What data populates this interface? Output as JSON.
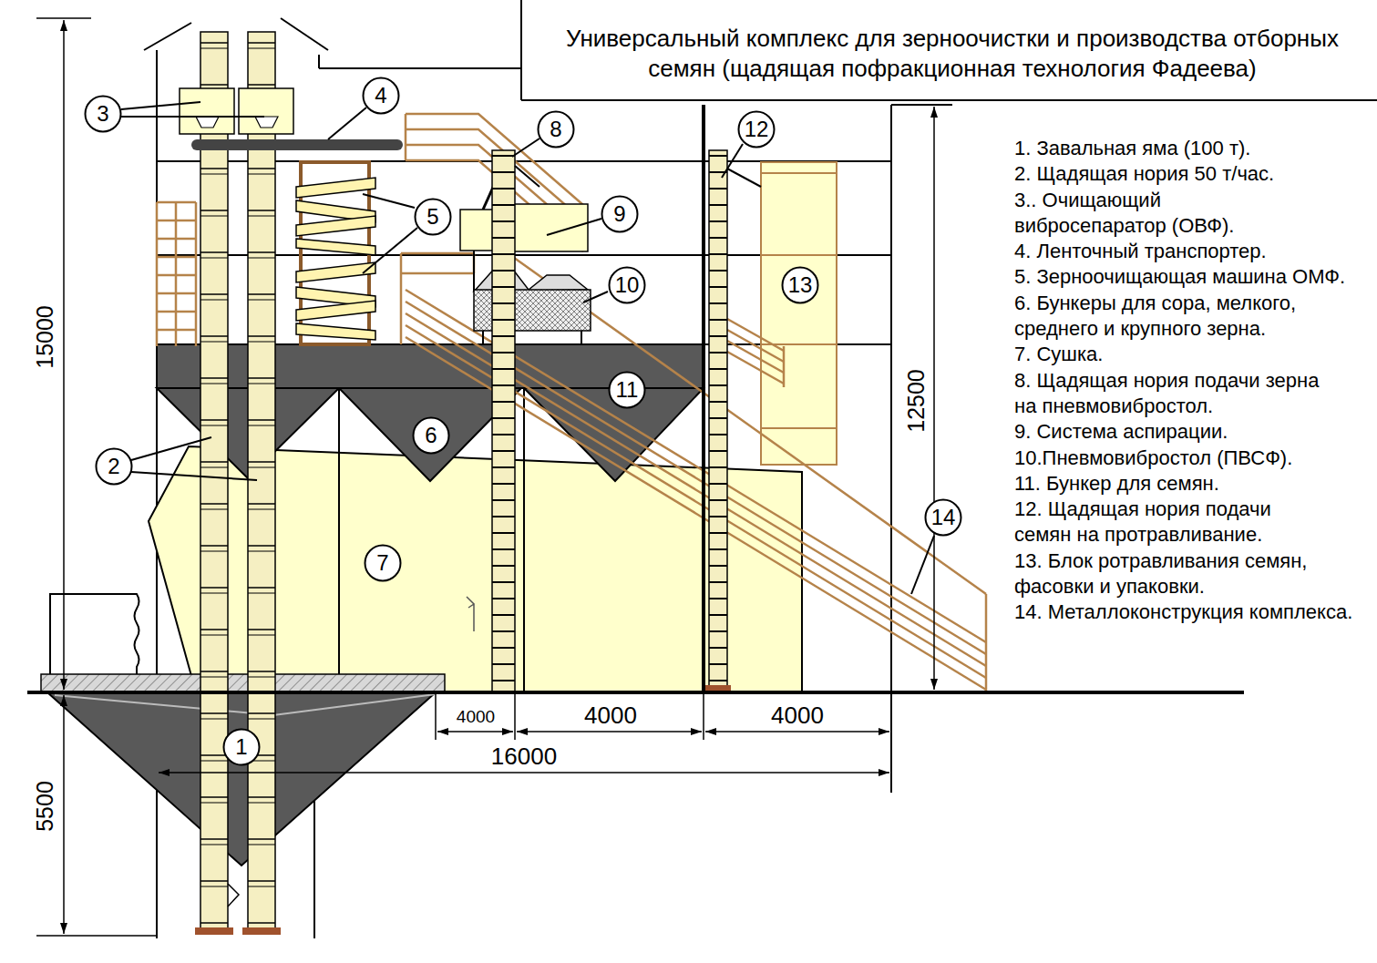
{
  "diagram": {
    "title": "Универсальный комплекс для зерноочистки и производства отборных семян (щадящая пофракционная технология Фадеева)",
    "nodes": [
      {
        "text": [
          "4"
        ]
      },
      {
        "text": [
          "3"
        ]
      },
      {
        "text": [
          "8"
        ]
      },
      {
        "text": [
          "12"
        ]
      },
      {
        "text": [
          "9"
        ]
      },
      {
        "text": [
          "5"
        ]
      },
      {
        "text": [
          "10"
        ]
      },
      {
        "text": [
          "13"
        ]
      },
      {
        "text": [
          "11"
        ]
      },
      {
        "text": [
          "6"
        ]
      },
      {
        "text": [
          "2"
        ]
      },
      {
        "text": [
          "14"
        ]
      },
      {
        "text": [
          "7"
        ]
      },
      {
        "text": [
          "1"
        ]
      }
    ],
    "labels": [
      "15000",
      "5500",
      "12500",
      "4000",
      "4000",
      "4000",
      "16000",
      "1. Завальная яма (100 т).",
      "2. Щадящая нория 50 т/час.",
      "3.. Очищающий вибросепаратор (ОВФ).",
      "4. Ленточный транспортер.",
      "5. Зерноочищающая машина ОМФ.",
      "6. Бункеры для сора, мелкого, среднего и крупного зерна.",
      "7. Сушка.",
      "8. Щадящая нория подачи зерна на пневмовибростол.",
      "9. Система аспирации.",
      "10.Пневмовибростол (ПВСФ).",
      "11. Бункер для семян.",
      "12. Щадящая нория подачи семян на протравливание.",
      "13. Блок ротравливания семян, фасовки и упаковки.",
      "14. Металлоконструкция комплекса."
    ]
  }
}
